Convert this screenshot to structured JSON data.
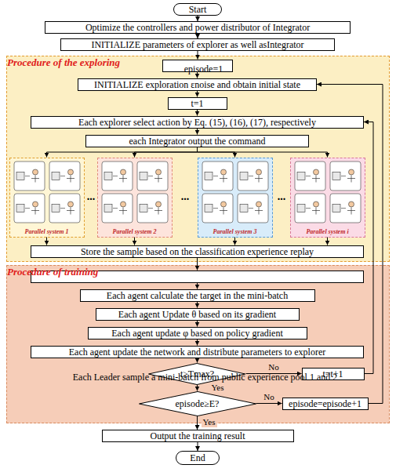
{
  "diagram": {
    "nodes": [
      {
        "text": [
          "Start"
        ]
      },
      {
        "text": [
          "Optimize the controllers and power distributor of Integrator"
        ]
      },
      {
        "text": [
          "INITIALIZE parameters of explorer as well asIntegrator"
        ]
      },
      {
        "text": [
          "Procedure of the exploring"
        ]
      },
      {
        "text": [
          "episode=1"
        ],
        "in": 3
      },
      {
        "text": [
          "INITIALIZE exploration εnoise and obtain initial state"
        ],
        "in": 3
      },
      {
        "text": [
          "t=1"
        ],
        "in": 3
      },
      {
        "text": [
          "Each explorer select action by Eq. (15), (16), (17), respectively"
        ],
        "in": 3
      },
      {
        "text": [
          "each Integrator output the command"
        ],
        "in": 3
      },
      {
        "text": [
          "Parallel system 1"
        ],
        "in": 3
      },
      {
        "text": [
          "Parallel system 2"
        ],
        "in": 3
      },
      {
        "text": [
          "Parallel system 3"
        ],
        "in": 3
      },
      {
        "text": [
          "Parallel system i"
        ],
        "in": 3
      },
      {
        "text": [
          "Store the sample based on the classification experience replay"
        ],
        "in": 3
      },
      {
        "text": [
          "Procedure of training"
        ]
      },
      {
        "text": [
          "Each Leader sample a mini-batch from public experience pool 1 and 2"
        ],
        "in": 14
      },
      {
        "text": [
          "Each agent calculate the target in the mini-batch"
        ],
        "in": 14
      },
      {
        "text": [
          "Each agent Update θ based on its gradient"
        ],
        "in": 14
      },
      {
        "text": [
          "Each agent update φ based on policy gradient"
        ],
        "in": 14
      },
      {
        "text": [
          "Each agent update the network and distribute parameters to explorer"
        ],
        "in": 14
      },
      {
        "text": [
          "t≥Tmax?"
        ],
        "in": 14
      },
      {
        "text": [
          "t=t+1"
        ],
        "in": 14
      },
      {
        "text": [
          "episode≥E?"
        ],
        "in": 14
      },
      {
        "text": [
          "episode=episode+1"
        ],
        "in": 14
      },
      {
        "text": [
          "Output the training result"
        ]
      },
      {
        "text": [
          "End"
        ]
      }
    ],
    "edges": [
      {
        "from": 0,
        "to": 1,
        "arrow": "to"
      },
      {
        "from": 1,
        "to": 2,
        "arrow": "to"
      },
      {
        "from": 2,
        "to": 4,
        "arrow": "to"
      },
      {
        "from": 4,
        "to": 5,
        "arrow": "to"
      },
      {
        "from": 5,
        "to": 6,
        "arrow": "to"
      },
      {
        "from": 6,
        "to": 7,
        "arrow": "to"
      },
      {
        "from": 7,
        "to": 8,
        "arrow": "to"
      },
      {
        "from": 8,
        "to": 9,
        "arrow": "to"
      },
      {
        "from": 8,
        "to": 10,
        "arrow": "to"
      },
      {
        "from": 8,
        "to": 11,
        "arrow": "to"
      },
      {
        "from": 8,
        "to": 12,
        "arrow": "to"
      },
      {
        "from": 9,
        "to": 13,
        "arrow": "to"
      },
      {
        "from": 10,
        "to": 13,
        "arrow": "to"
      },
      {
        "from": 11,
        "to": 13,
        "arrow": "to"
      },
      {
        "from": 12,
        "to": 13,
        "arrow": "to"
      },
      {
        "from": 13,
        "to": 15,
        "arrow": "to"
      },
      {
        "from": 15,
        "to": 16,
        "arrow": "to"
      },
      {
        "from": 16,
        "to": 17,
        "arrow": "to"
      },
      {
        "from": 17,
        "to": 18,
        "arrow": "to"
      },
      {
        "from": 18,
        "to": 19,
        "arrow": "to"
      },
      {
        "from": 19,
        "to": 20,
        "arrow": "to"
      },
      {
        "from": 20,
        "to": 21,
        "label": "No",
        "arrow": "to"
      },
      {
        "from": 21,
        "to": 7,
        "arrow": "to"
      },
      {
        "from": 20,
        "to": 22,
        "label": "Yes",
        "arrow": "to"
      },
      {
        "from": 22,
        "to": 23,
        "label": "No",
        "arrow": "to"
      },
      {
        "from": 23,
        "to": 5,
        "arrow": "to"
      },
      {
        "from": 22,
        "to": 24,
        "label": "Yes",
        "arrow": "to"
      },
      {
        "from": 24,
        "to": 25,
        "arrow": "to"
      }
    ],
    "labels": [
      "...",
      "...",
      "..."
    ]
  }
}
